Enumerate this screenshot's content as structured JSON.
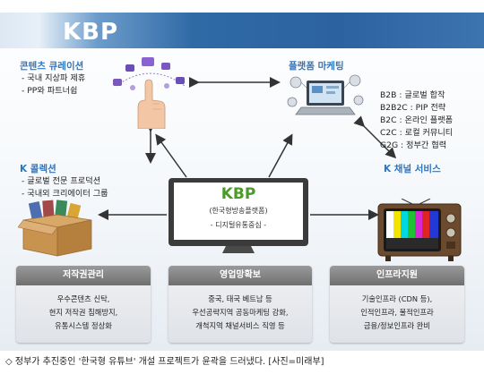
{
  "title": "KBP",
  "sections": {
    "curation": {
      "title": "콘텐츠 큐레이션",
      "items": [
        "국내 지상파 제휴",
        "PP와 파트너쉽"
      ]
    },
    "marketing": {
      "title": "플랫폼 마케팅"
    },
    "collection": {
      "title": "K 콜렉션",
      "items": [
        "글로벌 전문 프로덕션",
        "국내외 크리에이터 그룹"
      ]
    },
    "channel": {
      "title": "K 채널 서비스"
    }
  },
  "strategies": [
    "B2B : 글로벌 합작",
    "B2B2C : PIP 전략",
    "B2C : 온라인 플랫폼",
    "C2C : 로컬 커뮤니티",
    "G2G : 정부간 협력"
  ],
  "center": {
    "logo": "KBP",
    "name": "(한국형방송플랫폼)",
    "subtitle": "- 디지털유통중심 -"
  },
  "panels": [
    {
      "title": "저작권관리",
      "lines": [
        "우수콘텐츠 신탁,",
        "현지 저작권 침해방지,",
        "유통시스템 정상화"
      ]
    },
    {
      "title": "영업망확보",
      "lines": [
        "중국, 태국 베트남 등",
        "우선공략지역 공동마케팅 강화,",
        "개척지역 채널서비스 직영 등"
      ]
    },
    {
      "title": "인프라지원",
      "lines": [
        "기술인프라 (CDN 등),",
        "인적인프라, 물적인프라",
        "금융/정보인프라 완비"
      ]
    }
  ],
  "caption": "◇ 정부가 추진중인 '한국형 유튜브' 개설 프로젝트가 윤곽을 드러냈다. [사진=미래부]",
  "colors": {
    "title_bar": "#2c62a0",
    "section_title": "#2f76c0",
    "logo_green": "#4c9a2a",
    "panel_header": "#7a7a7a"
  },
  "icons": [
    "pointing-hand-icon",
    "media-network-icon",
    "marketing-laptop-icon",
    "cardboard-box-icon",
    "television-icon",
    "monitor-icon"
  ]
}
